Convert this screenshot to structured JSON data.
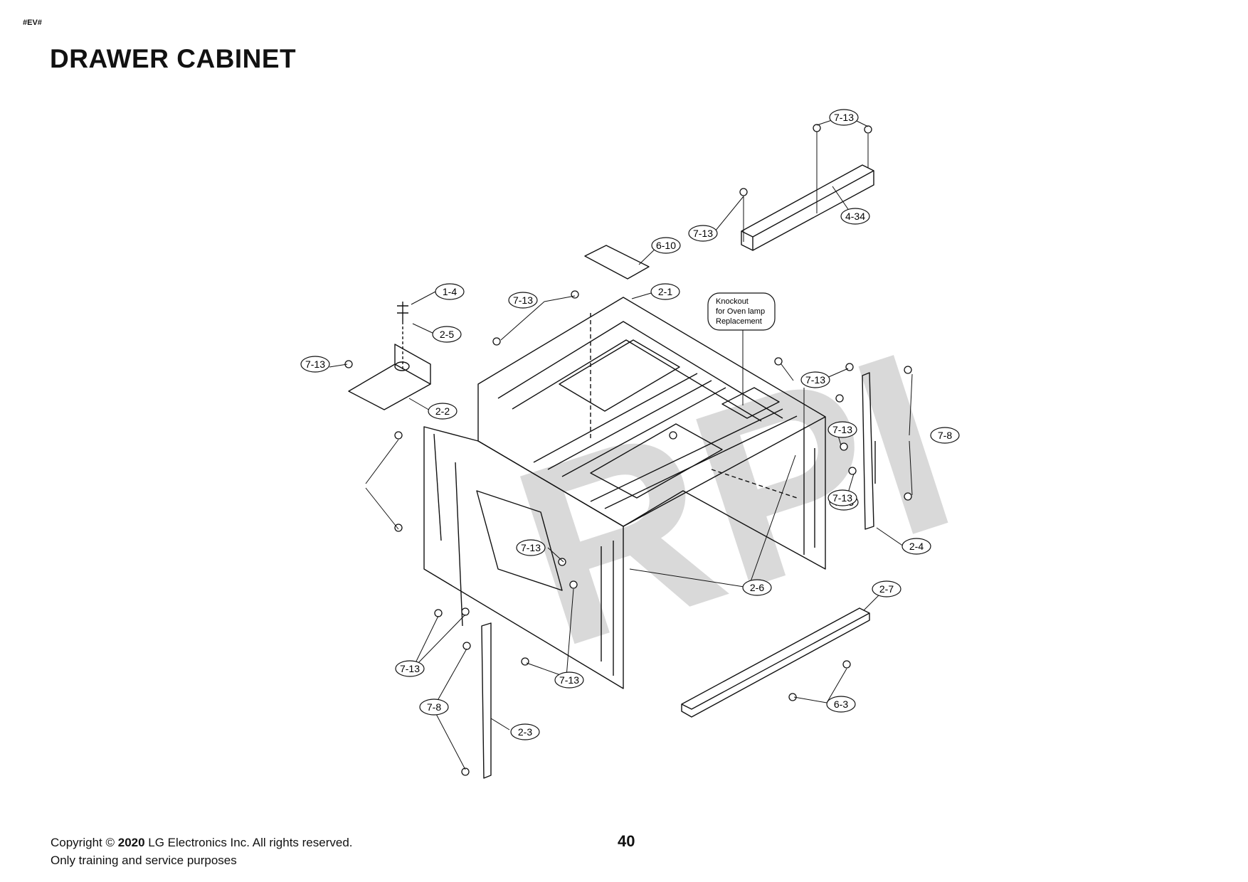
{
  "header": {
    "doc_code": "#EV#",
    "title": "DRAWER CABINET"
  },
  "watermark": {
    "text": "RPI",
    "color": "#d9d9d9"
  },
  "note": {
    "lines": [
      "Knockout",
      "for Oven lamp",
      "Replacement"
    ]
  },
  "callouts": [
    {
      "id": "c-7-13-top",
      "label": "7-13"
    },
    {
      "id": "c-4-34",
      "label": "4-34"
    },
    {
      "id": "c-7-13-upper",
      "label": "7-13"
    },
    {
      "id": "c-6-10",
      "label": "6-10"
    },
    {
      "id": "c-1-4",
      "label": "1-4"
    },
    {
      "id": "c-2-5",
      "label": "2-5"
    },
    {
      "id": "c-7-13-topleft",
      "label": "7-13"
    },
    {
      "id": "c-2-1",
      "label": "2-1"
    },
    {
      "id": "c-7-13-left",
      "label": "7-13"
    },
    {
      "id": "c-2-2",
      "label": "2-2"
    },
    {
      "id": "c-7-13-right1",
      "label": "7-13"
    },
    {
      "id": "c-7-13-right2",
      "label": "7-13"
    },
    {
      "id": "c-7-8-right",
      "label": "7-8"
    },
    {
      "id": "c-7-13-right3",
      "label": "7-13"
    },
    {
      "id": "c-7-13-side",
      "label": "7-13"
    },
    {
      "id": "c-2-4",
      "label": "2-4"
    },
    {
      "id": "c-7-13-center",
      "label": "7-13"
    },
    {
      "id": "c-2-6",
      "label": "2-6"
    },
    {
      "id": "c-2-7",
      "label": "2-7"
    },
    {
      "id": "c-7-13-bottomleft",
      "label": "7-13"
    },
    {
      "id": "c-7-13-bottom",
      "label": "7-13"
    },
    {
      "id": "c-7-8-left",
      "label": "7-8"
    },
    {
      "id": "c-6-3",
      "label": "6-3"
    },
    {
      "id": "c-2-3",
      "label": "2-3"
    }
  ],
  "footer": {
    "copyright_prefix": "Copyright © ",
    "copyright_year": "2020",
    "copyright_suffix": " LG Electronics Inc. All rights reserved.",
    "usage": "Only training and service purposes",
    "page_number": "40"
  }
}
